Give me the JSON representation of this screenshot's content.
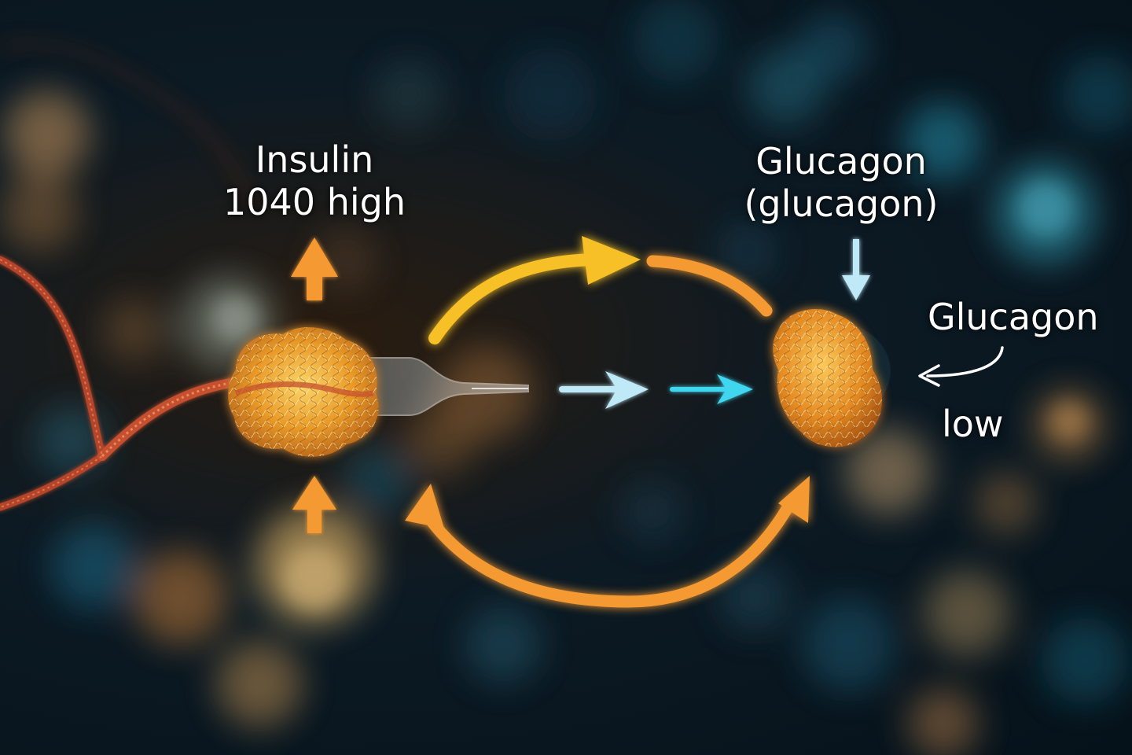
{
  "labels": {
    "insulin": {
      "line1": "Insulin",
      "line2": "1040 high"
    },
    "glucagon_top": {
      "line1": "Glucagon",
      "line2": "(glucagon)"
    },
    "glucagon_right": "Glucagon",
    "low": "low"
  },
  "colors": {
    "background": "#07141d",
    "arrow_yellow": "#f6c026",
    "arrow_orange": "#f59a32",
    "arrow_cyan": "#3fd6f0",
    "arrow_light_blue": "#bfe9f7",
    "cell_orange": "#e79a28",
    "fiber_red": "#b5442a",
    "text": "#ffffff"
  }
}
